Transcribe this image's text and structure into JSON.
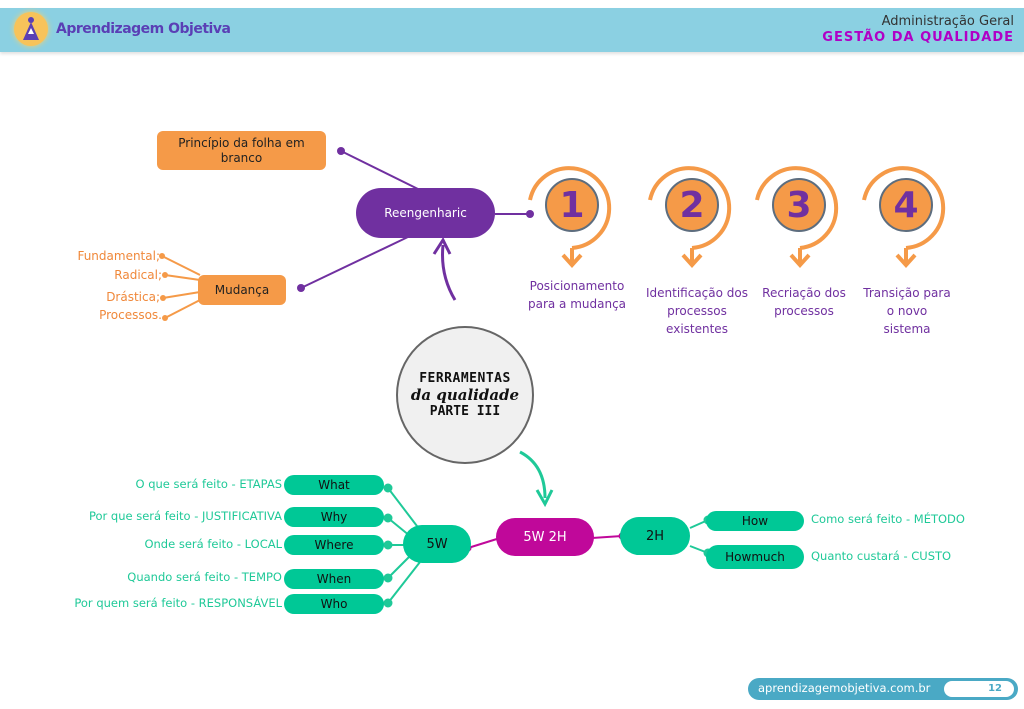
{
  "header": {
    "brand": "Aprendizagem Objetiva",
    "subject": "Administração Geral",
    "topic": "GESTÃO DA QUALIDADE"
  },
  "center": {
    "line1": "FERRAMENTAS",
    "line2": "da qualidade",
    "line3": "PARTE III"
  },
  "reengenharia": {
    "label": "Reengenharic",
    "principle": "Princípio da folha em branco",
    "mudanca": {
      "label": "Mudança",
      "items": [
        "Fundamental;",
        "Radical;",
        "Drástica;",
        "Processos."
      ]
    },
    "steps": [
      {
        "number": "1",
        "text": "Posicionamento para a mudança"
      },
      {
        "number": "2",
        "text": "Identificação dos processos existentes"
      },
      {
        "number": "3",
        "text": "Recriação dos processos"
      },
      {
        "number": "4",
        "text": "Transição para o novo sistema"
      }
    ]
  },
  "tool_5w2h": {
    "label": "5W 2H",
    "w": {
      "label": "5W",
      "items": [
        {
          "key": "What",
          "desc": "O que será feito - ETAPAS"
        },
        {
          "key": "Why",
          "desc": "Por que será feito - JUSTIFICATIVA"
        },
        {
          "key": "Where",
          "desc": "Onde será feito - LOCAL"
        },
        {
          "key": "When",
          "desc": "Quando será feito - TEMPO"
        },
        {
          "key": "Who",
          "desc": "Por quem será feito - RESPONSÁVEL"
        }
      ]
    },
    "h": {
      "label": "2H",
      "items": [
        {
          "key": "How",
          "desc": "Como será feito - MÉTODO"
        },
        {
          "key": "Howmuch",
          "desc": "Quanto custará - CUSTO"
        }
      ]
    }
  },
  "footer": {
    "url": "aprendizagemobjetiva.com.br",
    "page": "12"
  },
  "colors": {
    "header_bg": "#8bd0e2",
    "purple": "#7030a0",
    "orange": "#f59a48",
    "green": "#00c896",
    "magenta": "#c0089a"
  }
}
